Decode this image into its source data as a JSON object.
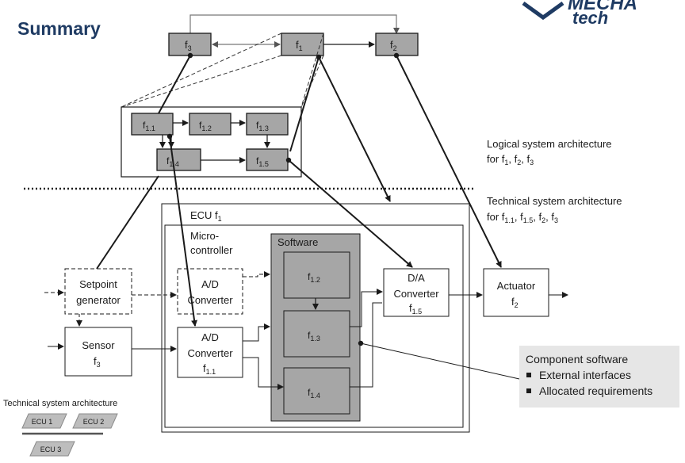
{
  "header": {
    "title": "Summary",
    "logo_text_top": "MECHA",
    "logo_text_bottom": "tech"
  },
  "logical": {
    "functions": {
      "f3": "f",
      "f3_sub": "3",
      "f1": "f",
      "f1_sub": "1",
      "f2": "f",
      "f2_sub": "2"
    },
    "subfunctions": {
      "f11_sub": "1.1",
      "f12_sub": "1.2",
      "f13_sub": "1.3",
      "f14_sub": "1.4",
      "f15_sub": "1.5",
      "base": "f"
    },
    "caption_line1": "Logical system architecture",
    "caption_line2_prefix": "for f",
    "caption_line2": [
      "1",
      ", f",
      "2",
      ", f",
      "3"
    ]
  },
  "technical": {
    "caption_line1": "Technical system architecture",
    "caption_line2_prefix": "for f",
    "caption_line2": [
      "1.1",
      ", f",
      "1.5",
      ", f",
      "2",
      ", f",
      "3"
    ],
    "ecu_label": "ECU  f",
    "ecu_sub": "1",
    "micro_line1": "Micro-",
    "micro_line2": "controller",
    "software_label": "Software",
    "setpoint_line1": "Setpoint",
    "setpoint_line2": "generator",
    "sensor_line1": "Sensor",
    "sensor_sub_base": "f",
    "sensor_sub": "3",
    "ad_dashed_line1": "A/D",
    "ad_dashed_line2": "Converter",
    "ad_line1": "A/D",
    "ad_line2": "Converter",
    "ad_sub": "1.1",
    "da_line1": "D/A",
    "da_line2": "Converter",
    "da_sub": "1.5",
    "actuator_line1": "Actuator",
    "actuator_sub": "2",
    "sw_f12": "1.2",
    "sw_f13": "1.3",
    "sw_f14": "1.4"
  },
  "component_callout": {
    "title": "Component software",
    "items": [
      "External interfaces",
      "Allocated requirements"
    ]
  },
  "mini_ecu": {
    "caption": "Technical system architecture",
    "ecus": [
      "ECU 1",
      "ECU 2",
      "ECU 3"
    ]
  },
  "colors": {
    "brand": "#1f3b63",
    "function_fill": "#a6a6a6",
    "software_fill": "#a6a6a6",
    "callout_fill": "#e6e6e6"
  }
}
